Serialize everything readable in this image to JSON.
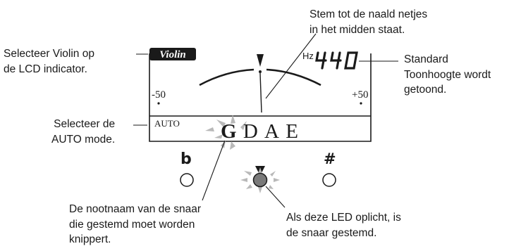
{
  "callouts": {
    "needle_line1": "Stem tot de naald netjes",
    "needle_line2": "in het midden staat.",
    "violin_line1": "Selecteer Violin op",
    "violin_line2": "de LCD indicator.",
    "pitch_line1": "Standard",
    "pitch_line2": "Toonhoogte wordt",
    "pitch_line3": "getoond.",
    "auto_line1": "Selecteer de",
    "auto_line2": "AUTO mode.",
    "note_line1": "De nootnaam van de snaar",
    "note_line2": "die gestemd moet worden",
    "note_line3": "knippert.",
    "led_line1": "Als deze LED oplicht, is",
    "led_line2": "de snaar gestemd."
  },
  "lcd": {
    "instrument": "Violin",
    "hz_label": "Hz",
    "pitch_value": "440",
    "scale_min": "-50",
    "scale_max": "+50",
    "mode": "AUTO",
    "notes": [
      "G",
      "D",
      "A",
      "E"
    ]
  },
  "leds": {
    "flat": "b",
    "sharp": "#"
  },
  "colors": {
    "ink": "#1a1a1a",
    "led_lit": "#7a7a7a",
    "flash": "#b9b9b9"
  }
}
